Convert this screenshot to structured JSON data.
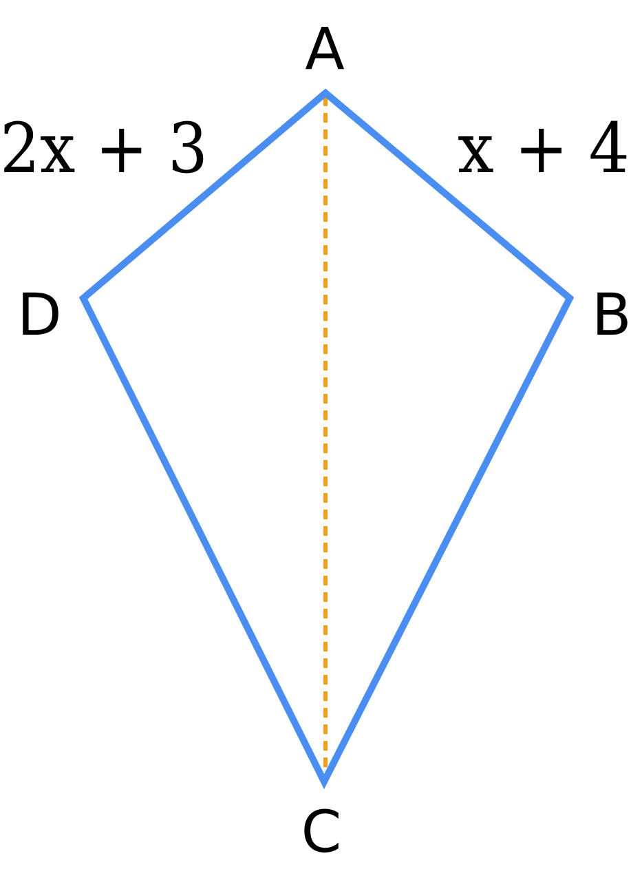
{
  "diagram": {
    "vertices": {
      "a": "A",
      "b": "B",
      "c": "C",
      "d": "D"
    },
    "side_labels": {
      "ad": "2x + 3",
      "ab": "x + 4"
    },
    "colors": {
      "kite_outline": "#4a8ef2",
      "diagonal": "#f0a020",
      "text": "#000000",
      "background": "#ffffff"
    }
  }
}
